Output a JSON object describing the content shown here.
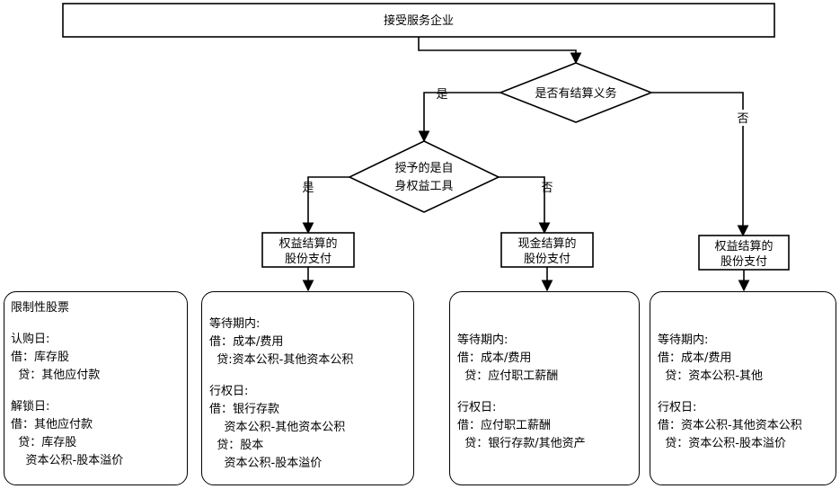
{
  "top_box": "接受服务企业",
  "decision_settlement": "是否有结算义务",
  "settlement_yes": "是",
  "settlement_no": "否",
  "decision_own_equity": {
    "line1": "授予的是自",
    "line2": "身权益工具"
  },
  "own_equity_yes": "是",
  "own_equity_no": "否",
  "box_equity_left": {
    "line1": "权益结算的",
    "line2": "股份支付"
  },
  "box_cash": {
    "line1": "现金结算的",
    "line2": "股份支付"
  },
  "box_equity_right": {
    "line1": "权益结算的",
    "line2": "股份支付"
  },
  "panels": {
    "restricted": {
      "title": "限制性股票",
      "subscribe_label": "认购日:",
      "subscribe_dr": "借：库存股",
      "subscribe_cr": "  贷：其他应付款",
      "unlock_label": "解锁日:",
      "unlock_dr": "借：其他应付款",
      "unlock_cr1": "  贷：库存股",
      "unlock_cr2": "    资本公积-股本溢价"
    },
    "equity_left": {
      "wait_label": "等待期内:",
      "wait_dr": "借：成本/费用",
      "wait_cr": "  贷:资本公积-其他资本公积",
      "exercise_label": "行权日:",
      "exercise_dr1": "借：银行存款",
      "exercise_dr2": "    资本公积-其他资本公积",
      "exercise_cr1": "  贷：股本",
      "exercise_cr2": "    资本公积-股本溢价"
    },
    "cash": {
      "wait_label": "等待期内:",
      "wait_dr": "借：成本/费用",
      "wait_cr": "  贷：应付职工薪酬",
      "exercise_label": "行权日:",
      "exercise_dr": "借：应付职工薪酬",
      "exercise_cr": "  贷：银行存款/其他资产"
    },
    "equity_right": {
      "wait_label": "等待期内:",
      "wait_dr": "借：成本/费用",
      "wait_cr": "  贷：资本公积-其他",
      "exercise_label": "行权日:",
      "exercise_dr": "借：资本公积-其他资本公积",
      "exercise_cr": "  贷：资本公积-股本溢价"
    }
  }
}
